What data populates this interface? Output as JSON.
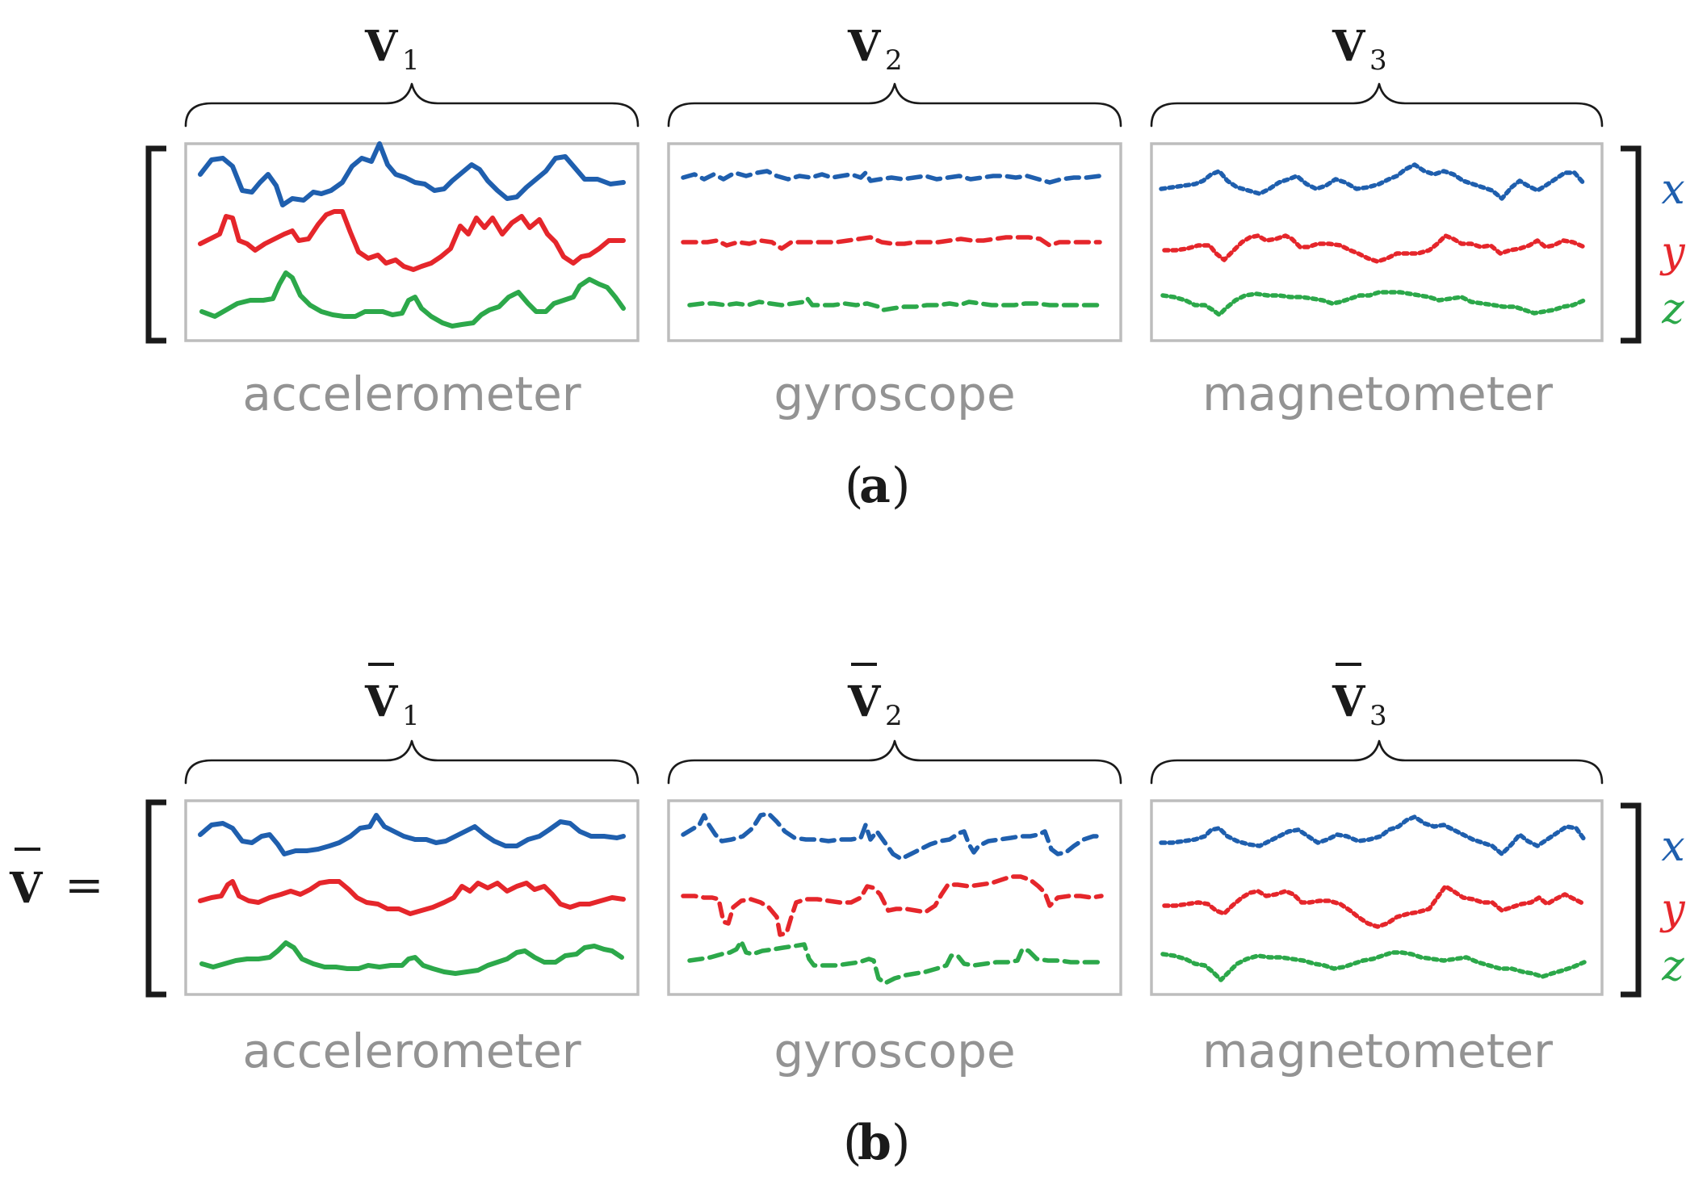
{
  "colors": {
    "x": "#1f5fae",
    "y": "#e5262b",
    "z": "#2ca84a",
    "box_border": "#bdbdbd",
    "sensor_label": "#939393",
    "ink": "#1a1a1a"
  },
  "axes": [
    {
      "key": "x",
      "label": "x"
    },
    {
      "key": "y",
      "label": "y"
    },
    {
      "key": "z",
      "label": "z"
    }
  ],
  "sensors": [
    {
      "key": "accelerometer",
      "label": "accelerometer",
      "line_style": "solid",
      "vector": "V",
      "subscript": "1"
    },
    {
      "key": "gyroscope",
      "label": "gyroscope",
      "line_style": "dashed",
      "vector": "V",
      "subscript": "2"
    },
    {
      "key": "magnetometer",
      "label": "magnetometer",
      "line_style": "dotted",
      "vector": "V",
      "subscript": "3"
    }
  ],
  "figure": {
    "top": {
      "caption_open": "(",
      "caption_letter": "a",
      "caption_close": ")",
      "vector_bar": false
    },
    "bottom": {
      "caption_open": "(",
      "caption_letter": "b",
      "caption_close": ")",
      "vector_bar": true,
      "lhs_symbol": "V",
      "equals": "="
    }
  }
}
